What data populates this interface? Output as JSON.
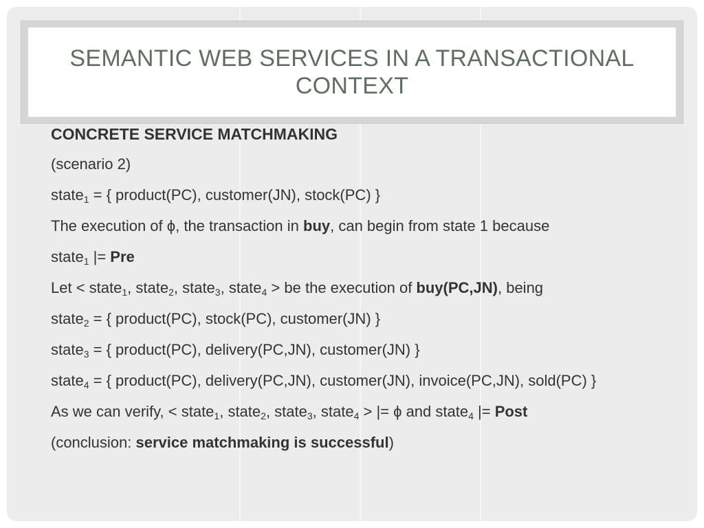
{
  "title": "SEMANTIC WEB SERVICES IN A TRANSACTIONAL CONTEXT",
  "heading": "CONCRETE SERVICE MATCHMAKING",
  "scenario": "(scenario 2)",
  "line_state1": {
    "prefix": "state",
    "sub": "1",
    "rest": " = { product(PC), customer(JN), stock(PC) }"
  },
  "line_execution": {
    "part1": "The execution of ",
    "phi": "ϕ",
    "part2": ", the transaction in ",
    "bold": "buy",
    "part3": ", can begin from state 1 because"
  },
  "line_pre": {
    "prefix": "state",
    "sub": "1",
    "op": " |= ",
    "bold": "Pre"
  },
  "line_let": {
    "p1": "Let < state",
    "s1": "1",
    "p2": ", state",
    "s2": "2",
    "p3": ", state",
    "s3": "3",
    "p4": ", state",
    "s4": "4",
    "p5": " > be the execution of ",
    "bold": "buy(PC,JN)",
    "p6": ", being"
  },
  "line_state2": {
    "prefix": "state",
    "sub": "2",
    "rest": " = { product(PC), stock(PC), customer(JN) }"
  },
  "line_state3": {
    "prefix": "state",
    "sub": "3",
    "rest": " = { product(PC), delivery(PC,JN), customer(JN) }"
  },
  "line_state4": {
    "prefix": "state",
    "sub": "4",
    "rest": " = { product(PC), delivery(PC,JN), customer(JN), invoice(PC,JN), sold(PC) }"
  },
  "line_verify": {
    "p1": "As we can verify, < state",
    "s1": "1",
    "p2": ", state",
    "s2": "2",
    "p3": ", state",
    "s3": "3",
    "p4": ", state",
    "s4": "4",
    "p5": " > |= ",
    "phi": "ϕ",
    "p6": " and state",
    "s5": "4",
    "p7": " |= ",
    "bold": "Post"
  },
  "line_conclusion": {
    "p1": "(conclusion: ",
    "bold": "service matchmaking is successful",
    "p2": ")"
  }
}
